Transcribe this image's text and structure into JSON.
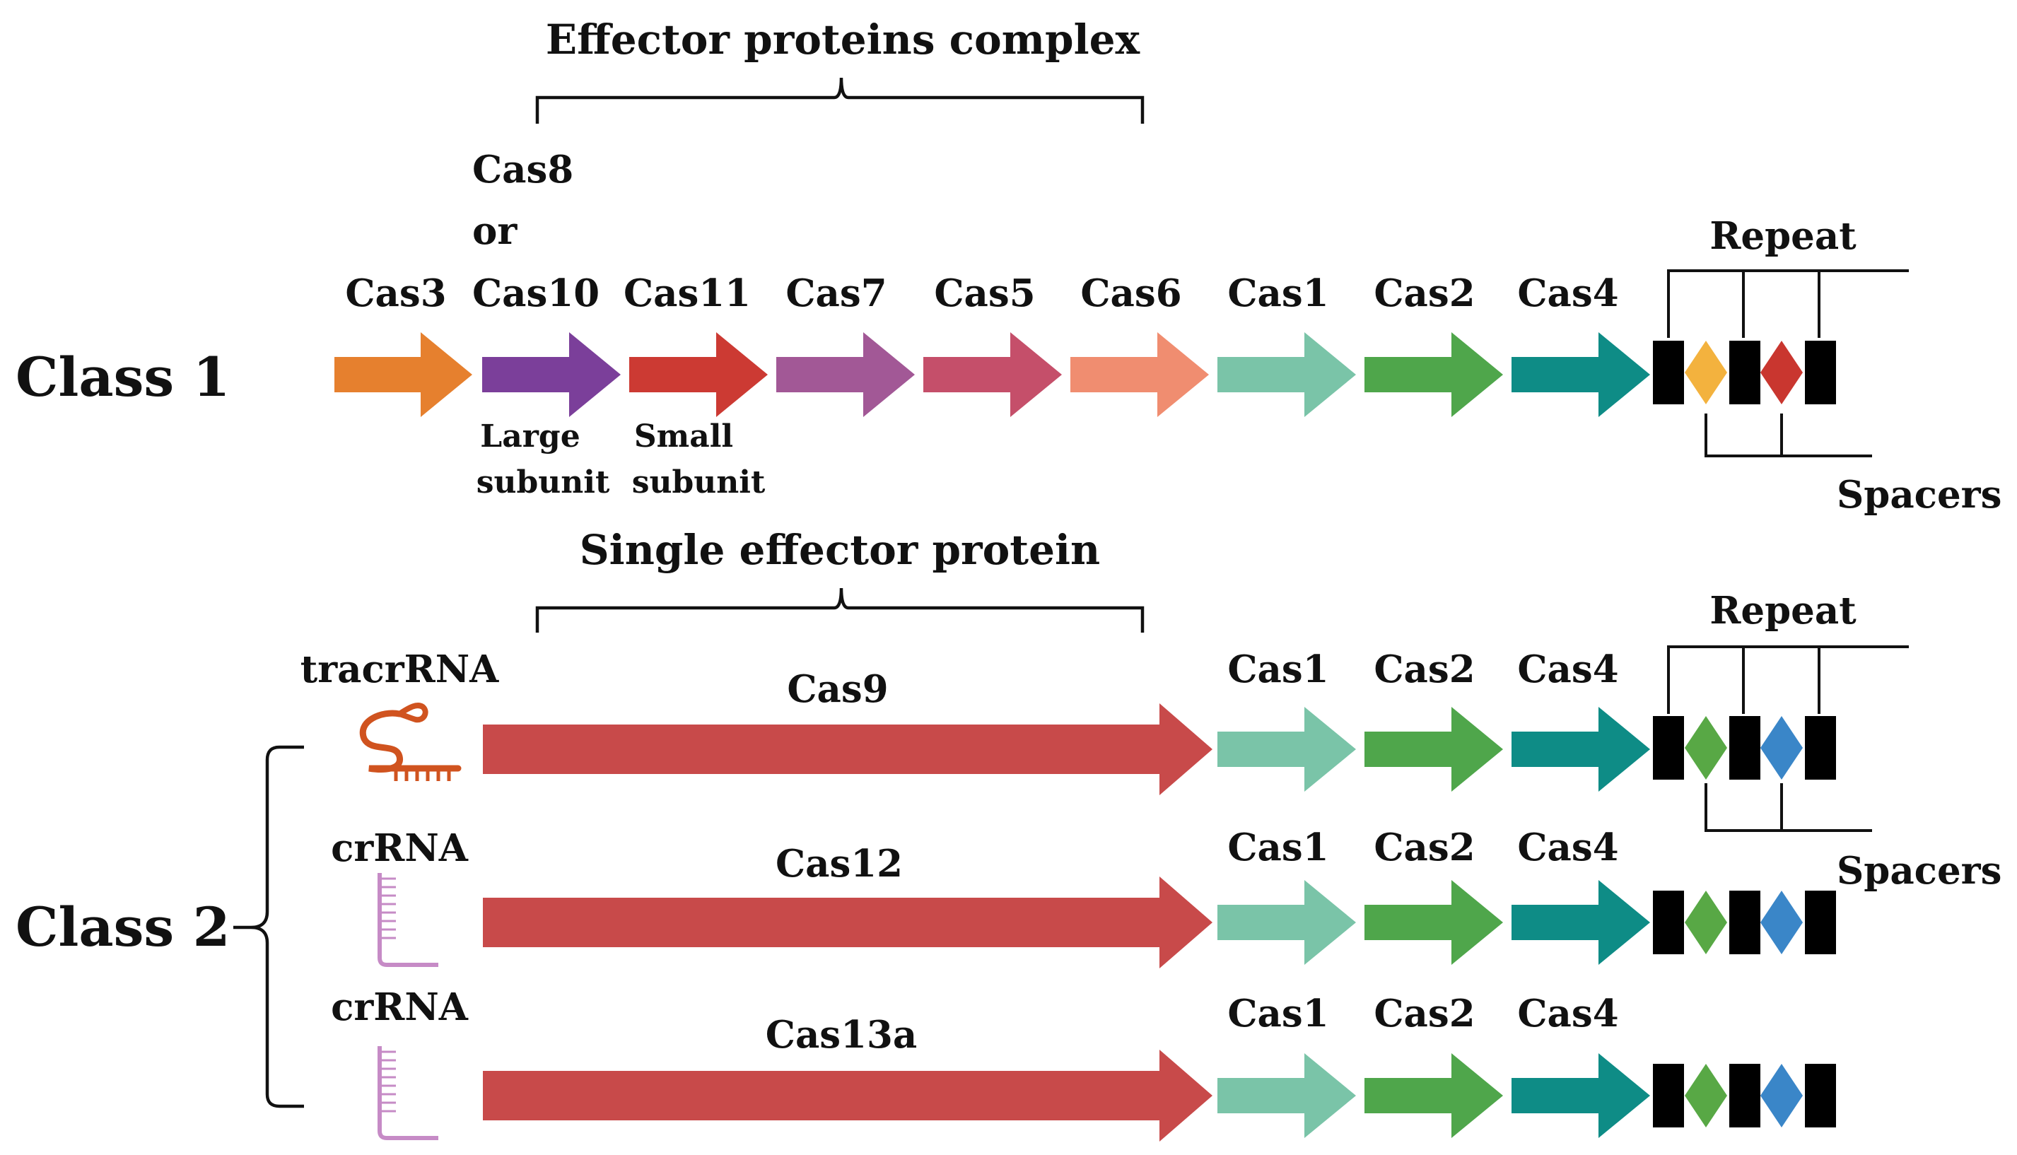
{
  "colors": {
    "cas3": "#E6802E",
    "cas8_cas10": "#7B3F9A",
    "cas11": "#CC3A33",
    "cas7": "#A25896",
    "cas5": "#C54F6A",
    "cas6": "#F08D70",
    "cas1": "#7AC4A8",
    "cas2": "#4FA64B",
    "cas4": "#0E8C86",
    "effector": "#C84A4A",
    "repeat": "#000000",
    "spacer_orange": "#F3B23E",
    "spacer_red": "#C9362F",
    "spacer_green": "#58A845",
    "spacer_blue": "#3A86C8",
    "tracr": "#D0531F",
    "crrna": "#C68BC6"
  },
  "class1": {
    "label": "Class 1",
    "bracket_title": "Effector proteins complex",
    "genes": {
      "cas3": "Cas3",
      "cas8_line1": "Cas8",
      "cas8_line2": "or",
      "cas8_line3": "Cas10",
      "cas11": "Cas11",
      "cas7": "Cas7",
      "cas5": "Cas5",
      "cas6": "Cas6",
      "cas1": "Cas1",
      "cas2": "Cas2",
      "cas4": "Cas4"
    },
    "large_subunit": [
      "Large",
      "subunit"
    ],
    "small_subunit": [
      "Small",
      "subunit"
    ],
    "repeat_label": "Repeat",
    "spacers_label": "Spacers"
  },
  "class2": {
    "label": "Class 2",
    "bracket_title": "Single effector protein",
    "repeat_label": "Repeat",
    "spacers_label": "Spacers",
    "rows": [
      {
        "rna": "tracrRNA",
        "effector": "Cas9",
        "cas1": "Cas1",
        "cas2": "Cas2",
        "cas4": "Cas4"
      },
      {
        "rna": "crRNA",
        "effector": "Cas12",
        "cas1": "Cas1",
        "cas2": "Cas2",
        "cas4": "Cas4"
      },
      {
        "rna": "crRNA",
        "effector": "Cas13a",
        "cas1": "Cas1",
        "cas2": "Cas2",
        "cas4": "Cas4"
      }
    ]
  }
}
